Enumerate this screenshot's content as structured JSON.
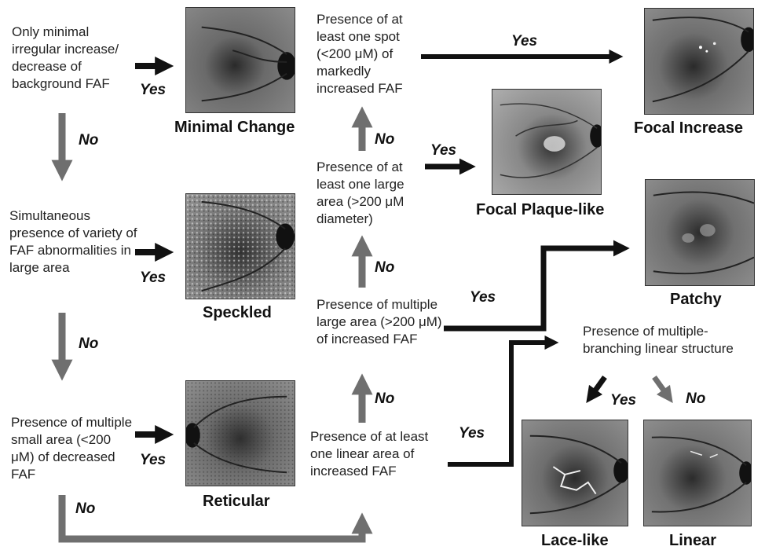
{
  "questions": {
    "q1": "Only minimal irregular increase/ decrease of background FAF",
    "q2": "Simultaneous presence of variety of FAF abnormalities in large area",
    "q3": "Presence of multiple small area (<200 μM) of decreased FAF",
    "q4": "Presence of at least one linear area of increased FAF",
    "q5": "Presence of multiple large area (>200 μM) of increased FAF",
    "q6": "Presence of at least one large area (>200 μM diameter)",
    "q7": "Presence of at least one spot (<200 μM) of markedly increased FAF",
    "q8": "Presence of multiple-branching linear structure"
  },
  "patterns": {
    "minimal_change": "Minimal Change",
    "speckled": "Speckled",
    "reticular": "Reticular",
    "focal_plaque": "Focal Plaque-like",
    "focal_increase": "Focal Increase",
    "patchy": "Patchy",
    "lace_like": "Lace-like",
    "linear": "Linear"
  },
  "answers": {
    "yes": "Yes",
    "no": "No"
  },
  "colors": {
    "yes_arrow": "#111111",
    "no_arrow": "#6f6f6f",
    "fundus_dark": "#1c1c1c",
    "fundus_light": "#8a8a8a"
  }
}
